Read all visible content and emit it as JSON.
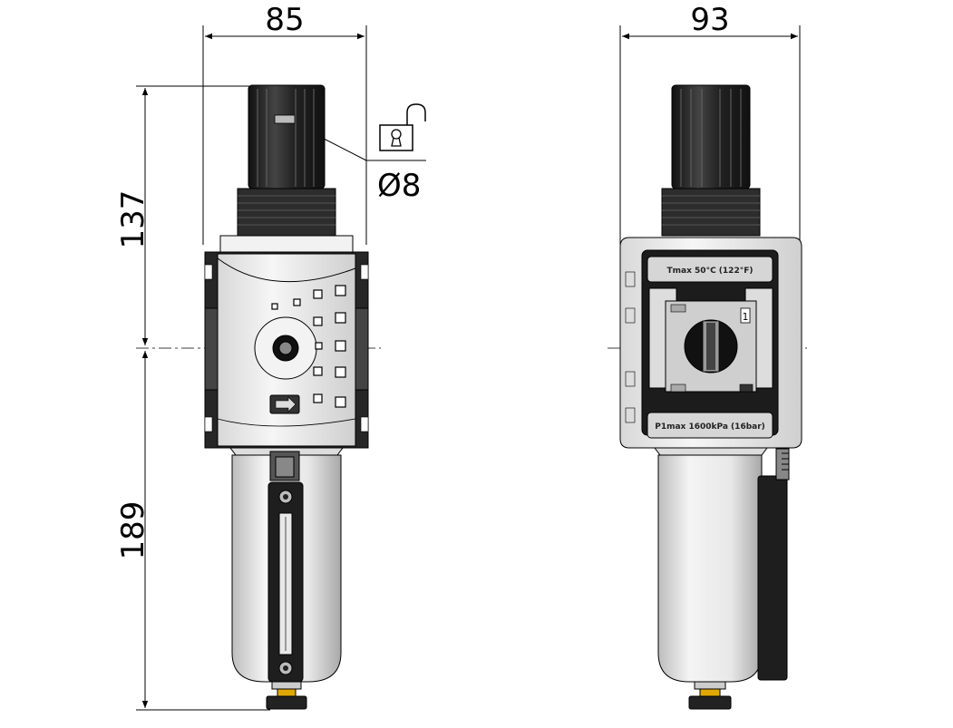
{
  "dimensions": {
    "front_width": "85",
    "side_width": "93",
    "upper_height": "137",
    "lower_height": "189",
    "lock_diameter": "Ø8"
  },
  "side_labels": {
    "tmax": "Tmax 50°C (122°F)",
    "pmax": "P1max 1600kPa (16bar)",
    "marker": "1"
  },
  "colors": {
    "line": "#000000",
    "body_dark": "#2a2a2a",
    "body_light": "#ececec",
    "bowl": "#e4e4e4"
  },
  "icons": {
    "lock": "open-padlock-icon",
    "arrow": "flow-direction-arrow-icon"
  }
}
